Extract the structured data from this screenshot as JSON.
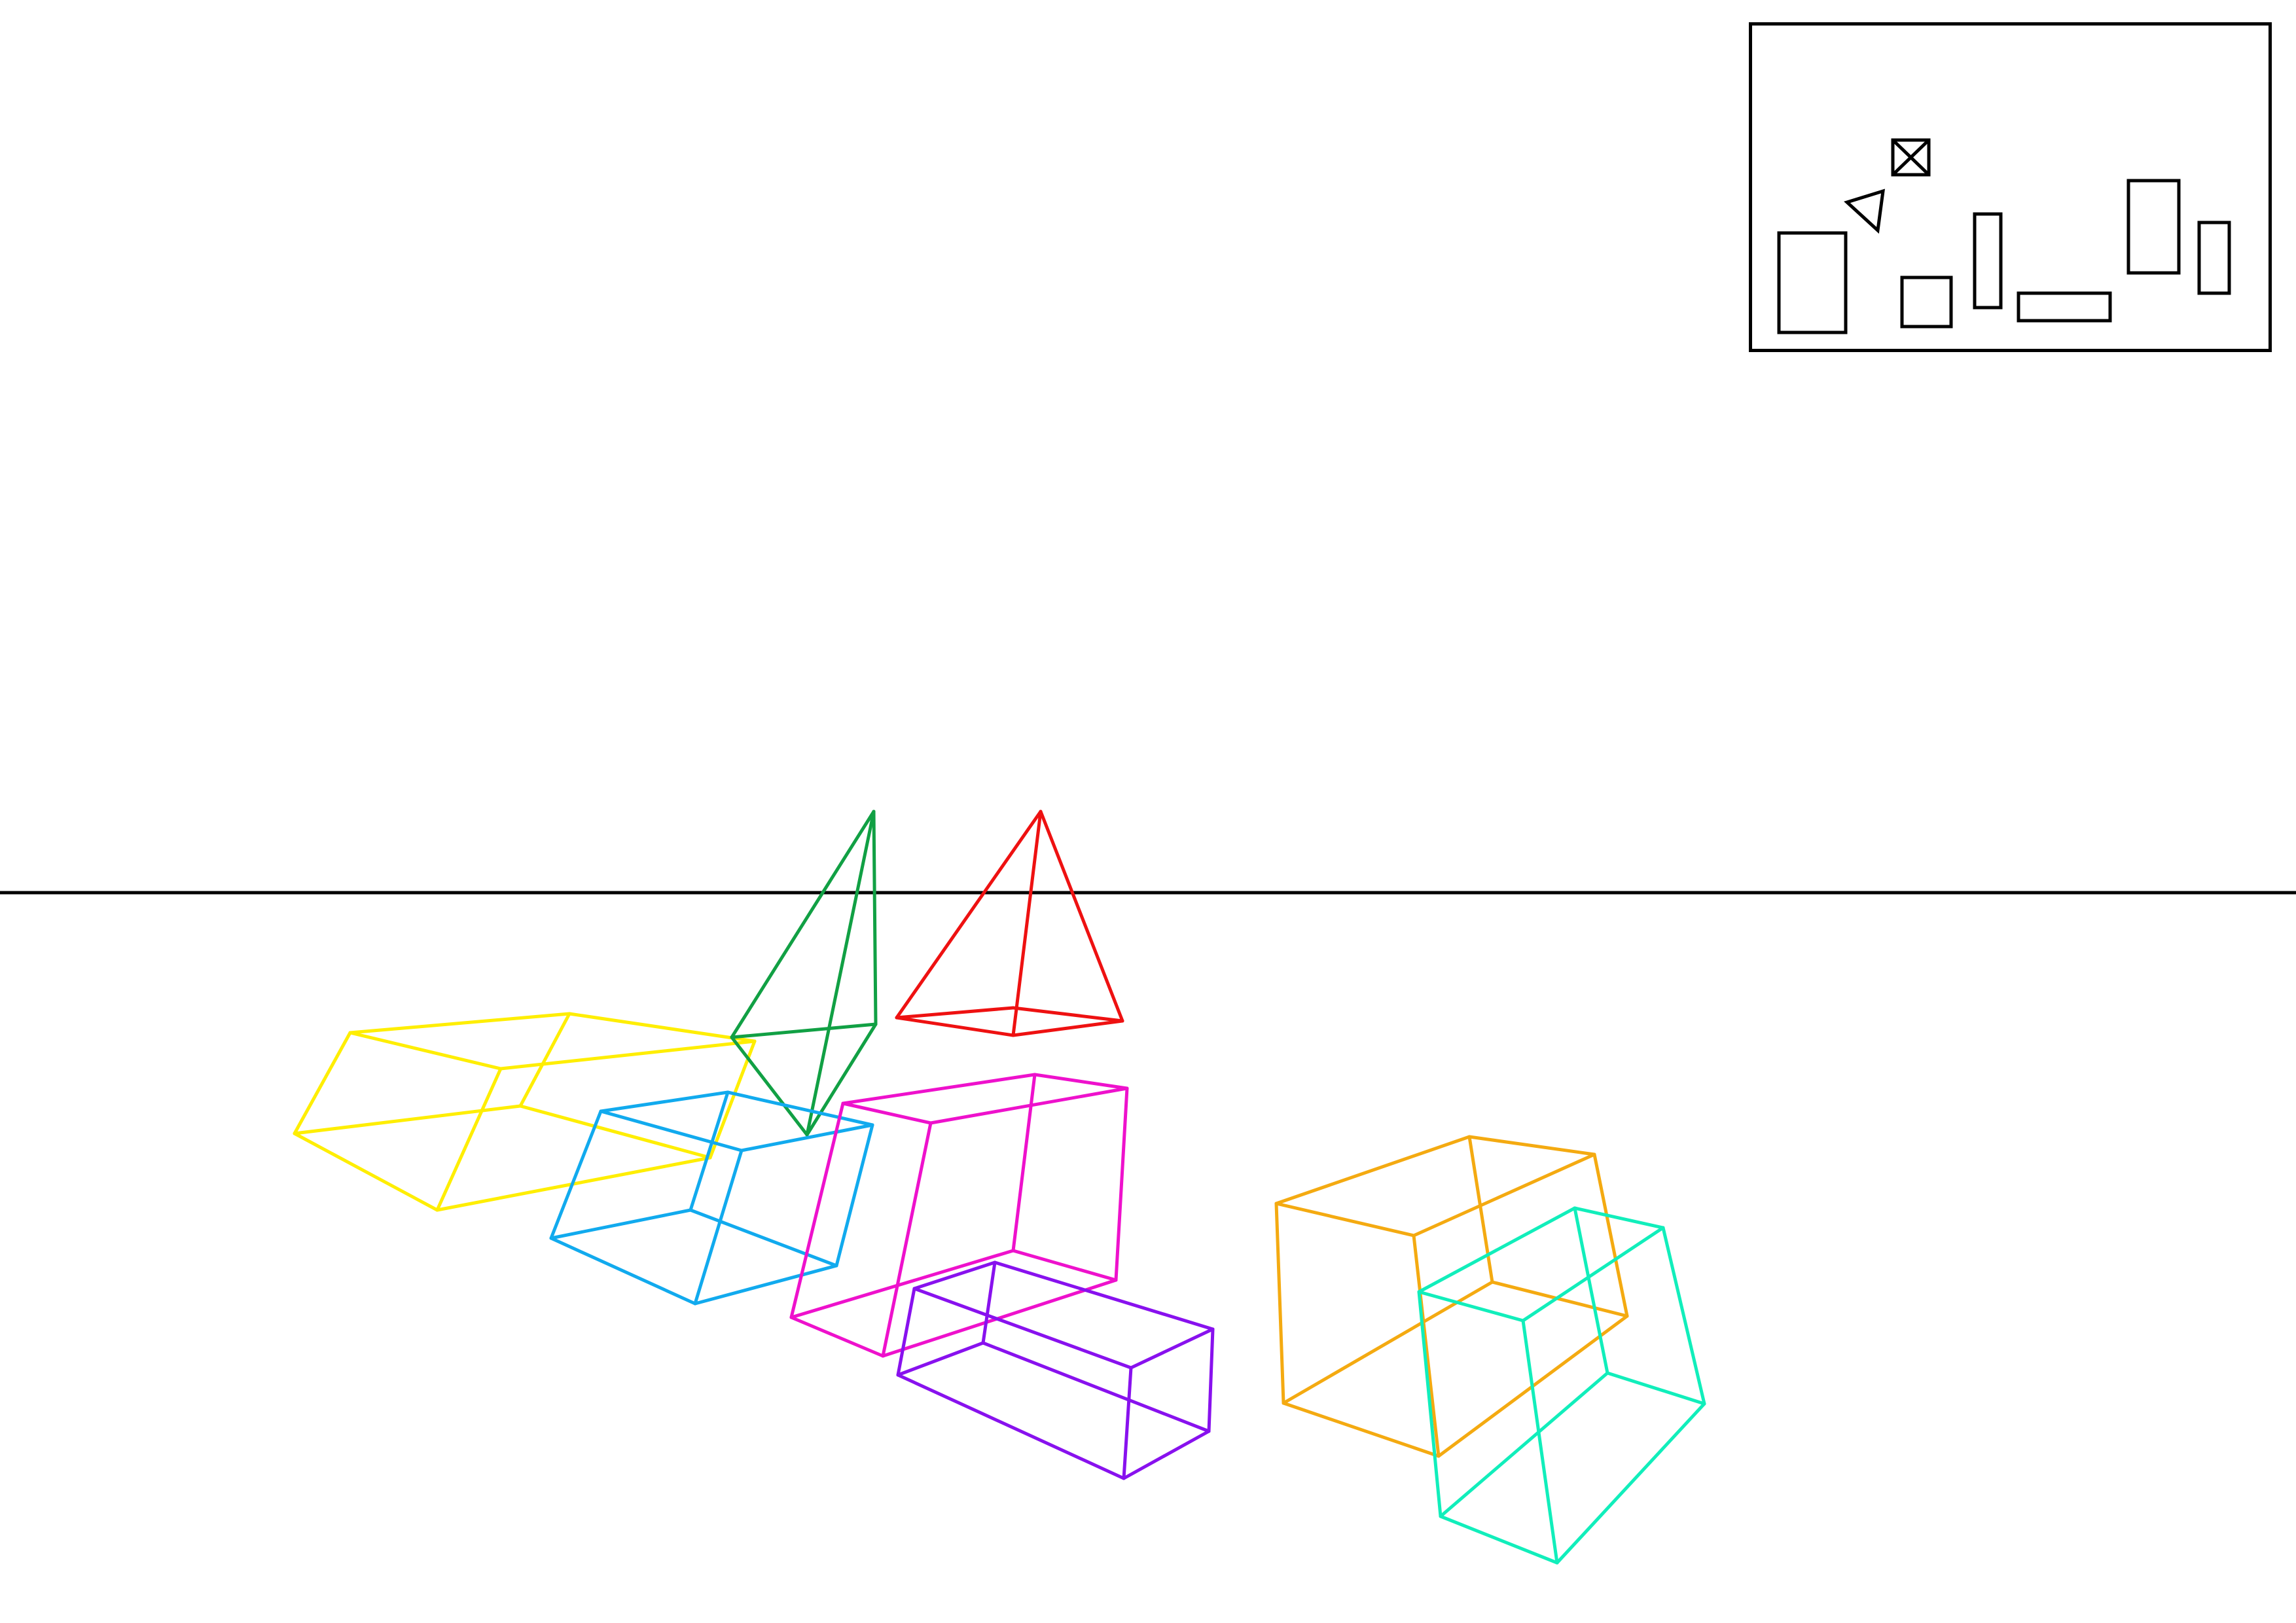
{
  "scene": {
    "background": "#ffffff",
    "horizon_color": "#000000",
    "shapes": [
      {
        "name": "yellow-box-wireframe",
        "kind": "box",
        "color": "#ffee00"
      },
      {
        "name": "green-pyramid-wireframe",
        "kind": "pyramid",
        "color": "#11a044"
      },
      {
        "name": "red-pyramid-wireframe",
        "kind": "pyramid",
        "color": "#ee1111"
      },
      {
        "name": "blue-box-wireframe",
        "kind": "box",
        "color": "#11aaee"
      },
      {
        "name": "magenta-box-wireframe",
        "kind": "box",
        "color": "#ee11cc"
      },
      {
        "name": "purple-box-wireframe",
        "kind": "box",
        "color": "#8811ee"
      },
      {
        "name": "orange-box-wireframe",
        "kind": "box",
        "color": "#f4aa11"
      },
      {
        "name": "teal-box-wireframe",
        "kind": "box",
        "color": "#11eebb"
      }
    ]
  },
  "minimap": {
    "frame_color": "#000000",
    "items": [
      {
        "name": "minimap-building-1",
        "kind": "rect"
      },
      {
        "name": "minimap-pointer-icon",
        "kind": "triangle"
      },
      {
        "name": "minimap-target-icon",
        "kind": "crossed-box"
      },
      {
        "name": "minimap-building-2",
        "kind": "rect"
      },
      {
        "name": "minimap-building-3",
        "kind": "rect"
      },
      {
        "name": "minimap-building-4",
        "kind": "rect"
      },
      {
        "name": "minimap-building-5",
        "kind": "rect"
      },
      {
        "name": "minimap-building-6",
        "kind": "rect"
      }
    ]
  }
}
